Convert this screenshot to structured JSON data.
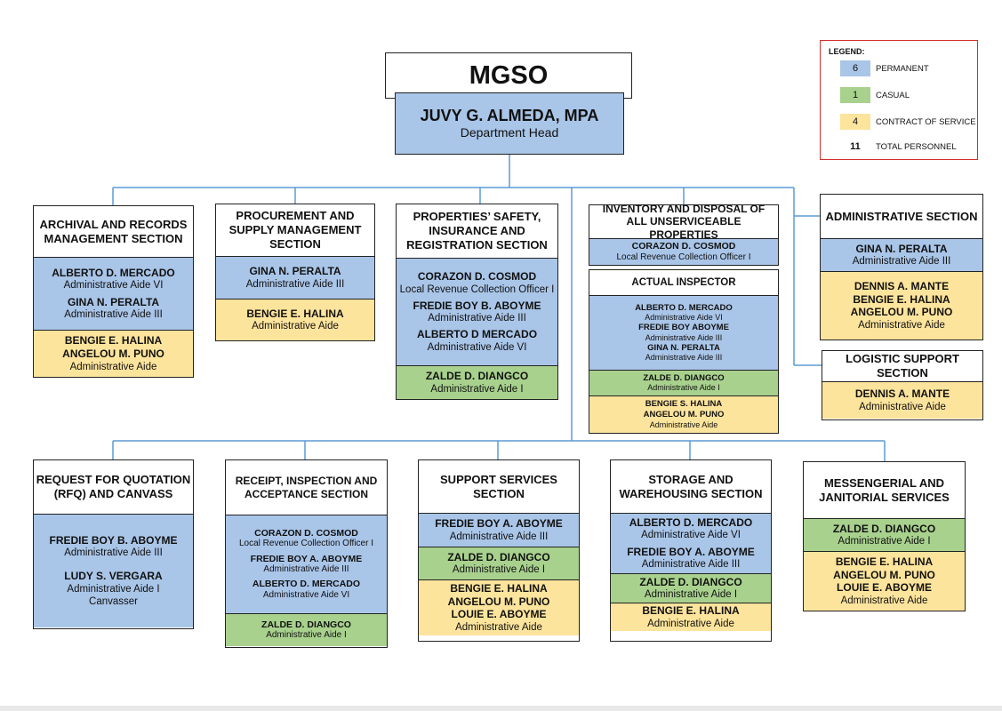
{
  "org": {
    "title": "MGSO",
    "head_name": "JUVY G. ALMEDA, MPA",
    "head_title": "Department Head"
  },
  "legend": {
    "title": "LEGEND:",
    "items": [
      {
        "count": "6",
        "label": "PERMANENT",
        "color": "#a9c5e8"
      },
      {
        "count": "1",
        "label": "CASUAL",
        "color": "#a8d18d"
      },
      {
        "count": "4",
        "label": "CONTRACT OF SERVICE",
        "color": "#fde49c"
      },
      {
        "count": "11",
        "label": "TOTAL PERSONNEL",
        "color": "#ffffff"
      }
    ]
  },
  "colors": {
    "permanent": "#a9c5e8",
    "casual": "#a8d18d",
    "contract": "#fde49c",
    "line": "#5b9bd5",
    "legend_border": "#d32f2f"
  },
  "sections": [
    {
      "id": "archival",
      "title": "ARCHIVAL AND RECORDS MANAGEMENT SECTION",
      "bands": [
        {
          "color": "blue",
          "groups": [
            {
              "names": [
                "ALBERTO D. MERCADO"
              ],
              "role": "Administrative Aide VI"
            },
            {
              "names": [
                "GINA N. PERALTA"
              ],
              "role": "Administrative Aide III"
            }
          ]
        },
        {
          "color": "yellow",
          "groups": [
            {
              "names": [
                "BENGIE E. HALINA",
                "ANGELOU M. PUNO"
              ],
              "role": "Administrative Aide"
            }
          ]
        }
      ]
    },
    {
      "id": "procurement",
      "title": "PROCUREMENT AND SUPPLY MANAGEMENT SECTION",
      "bands": [
        {
          "color": "blue",
          "groups": [
            {
              "names": [
                "GINA N. PERALTA"
              ],
              "role": "Administrative Aide III"
            }
          ]
        },
        {
          "color": "yellow",
          "groups": [
            {
              "names": [
                "BENGIE E. HALINA"
              ],
              "role": "Administrative Aide"
            }
          ]
        }
      ]
    },
    {
      "id": "properties",
      "title": "PROPERTIES’ SAFETY, INSURANCE AND REGISTRATION  SECTION",
      "bands": [
        {
          "color": "blue",
          "groups": [
            {
              "names": [
                "CORAZON D. COSMOD"
              ],
              "role": "Local Revenue Collection Officer I"
            },
            {
              "names": [
                "FREDIE BOY B. ABOYME"
              ],
              "role": "Administrative Aide III"
            },
            {
              "names": [
                "ALBERTO D MERCADO"
              ],
              "role": "Administrative Aide VI"
            }
          ]
        },
        {
          "color": "green",
          "groups": [
            {
              "names": [
                "ZALDE D. DIANGCO"
              ],
              "role": "Administrative Aide I"
            }
          ]
        }
      ]
    },
    {
      "id": "inventory",
      "title": "INVENTORY AND DISPOSAL OF ALL UNSERVICEABLE PROPERTIES",
      "bands": [
        {
          "color": "blue",
          "groups": [
            {
              "names": [
                "CORAZON D. COSMOD"
              ],
              "role": "Local Revenue Collection Officer I"
            }
          ]
        }
      ]
    },
    {
      "id": "inspector",
      "title": "ACTUAL INSPECTOR",
      "bands": [
        {
          "color": "blue",
          "groups": [
            {
              "names": [
                "ALBERTO D. MERCADO"
              ],
              "role": "Administrative Aide VI"
            },
            {
              "names": [
                "FREDIE BOY ABOYME"
              ],
              "role": "Administrative Aide III"
            },
            {
              "names": [
                "GINA N. PERALTA"
              ],
              "role": "Administrative Aide III"
            }
          ]
        },
        {
          "color": "green",
          "groups": [
            {
              "names": [
                "ZALDE D. DIANGCO"
              ],
              "role": "Administrative Aide I"
            }
          ]
        },
        {
          "color": "yellow",
          "groups": [
            {
              "names": [
                "BENGIE S. HALINA",
                "ANGELOU M. PUNO"
              ],
              "role": "Administrative Aide"
            }
          ]
        }
      ]
    },
    {
      "id": "administrative",
      "title": "ADMINISTRATIVE SECTION",
      "bands": [
        {
          "color": "blue",
          "groups": [
            {
              "names": [
                "GINA N. PERALTA"
              ],
              "role": "Administrative Aide III"
            }
          ]
        },
        {
          "color": "yellow",
          "groups": [
            {
              "names": [
                "DENNIS A. MANTE",
                "BENGIE E. HALINA",
                "ANGELOU M. PUNO"
              ],
              "role": "Administrative Aide"
            }
          ]
        }
      ]
    },
    {
      "id": "logistic",
      "title": "LOGISTIC SUPPORT SECTION",
      "bands": [
        {
          "color": "yellow",
          "groups": [
            {
              "names": [
                "DENNIS A. MANTE"
              ],
              "role": "Administrative Aide"
            }
          ]
        }
      ]
    },
    {
      "id": "rfq",
      "title": "REQUEST FOR QUOTATION (RFQ) AND CANVASS",
      "bands": [
        {
          "color": "blue",
          "groups": [
            {
              "names": [
                "FREDIE BOY B. ABOYME"
              ],
              "role": "Administrative Aide III"
            },
            {
              "names": [
                "LUDY S. VERGARA"
              ],
              "role": "Administrative Aide I",
              "extra": "Canvasser"
            }
          ]
        }
      ]
    },
    {
      "id": "receipt",
      "title": "RECEIPT, INSPECTION AND ACCEPTANCE SECTION",
      "bands": [
        {
          "color": "blue",
          "groups": [
            {
              "names": [
                "CORAZON D. COSMOD"
              ],
              "role": "Local Revenue Collection Officer I"
            },
            {
              "names": [
                "FREDIE BOY A. ABOYME"
              ],
              "role": "Administrative Aide III"
            },
            {
              "names": [
                "ALBERTO D. MERCADO"
              ],
              "role": "Administrative Aide VI"
            }
          ]
        },
        {
          "color": "green",
          "groups": [
            {
              "names": [
                "ZALDE D. DIANGCO"
              ],
              "role": "Administrative Aide I"
            }
          ]
        }
      ]
    },
    {
      "id": "support",
      "title": "SUPPORT SERVICES SECTION",
      "bands": [
        {
          "color": "blue",
          "groups": [
            {
              "names": [
                "FREDIE BOY A. ABOYME"
              ],
              "role": "Administrative Aide III"
            }
          ]
        },
        {
          "color": "green",
          "groups": [
            {
              "names": [
                "ZALDE D. DIANGCO"
              ],
              "role": "Administrative Aide I"
            }
          ]
        },
        {
          "color": "yellow",
          "groups": [
            {
              "names": [
                "BENGIE E. HALINA",
                "ANGELOU M. PUNO",
                "LOUIE E. ABOYME"
              ],
              "role": "Administrative Aide"
            }
          ]
        }
      ]
    },
    {
      "id": "storage",
      "title": "STORAGE AND WAREHOUSING SECTION",
      "bands": [
        {
          "color": "blue",
          "groups": [
            {
              "names": [
                "ALBERTO D. MERCADO"
              ],
              "role": "Administrative Aide VI"
            },
            {
              "names": [
                "FREDIE BOY A. ABOYME"
              ],
              "role": "Administrative Aide III"
            }
          ]
        },
        {
          "color": "green",
          "groups": [
            {
              "names": [
                "ZALDE D. DIANGCO"
              ],
              "role": "Administrative Aide I"
            }
          ]
        },
        {
          "color": "yellow",
          "groups": [
            {
              "names": [
                "BENGIE E. HALINA"
              ],
              "role": "Administrative Aide"
            }
          ]
        }
      ]
    },
    {
      "id": "messengerial",
      "title": "MESSENGERIAL AND JANITORIAL SERVICES",
      "bands": [
        {
          "color": "green",
          "groups": [
            {
              "names": [
                "ZALDE D. DIANGCO"
              ],
              "role": "Administrative Aide I"
            }
          ]
        },
        {
          "color": "yellow",
          "groups": [
            {
              "names": [
                "BENGIE E. HALINA",
                "ANGELOU M. PUNO",
                "LOUIE E. ABOYME"
              ],
              "role": "Administrative Aide"
            }
          ]
        }
      ]
    }
  ]
}
